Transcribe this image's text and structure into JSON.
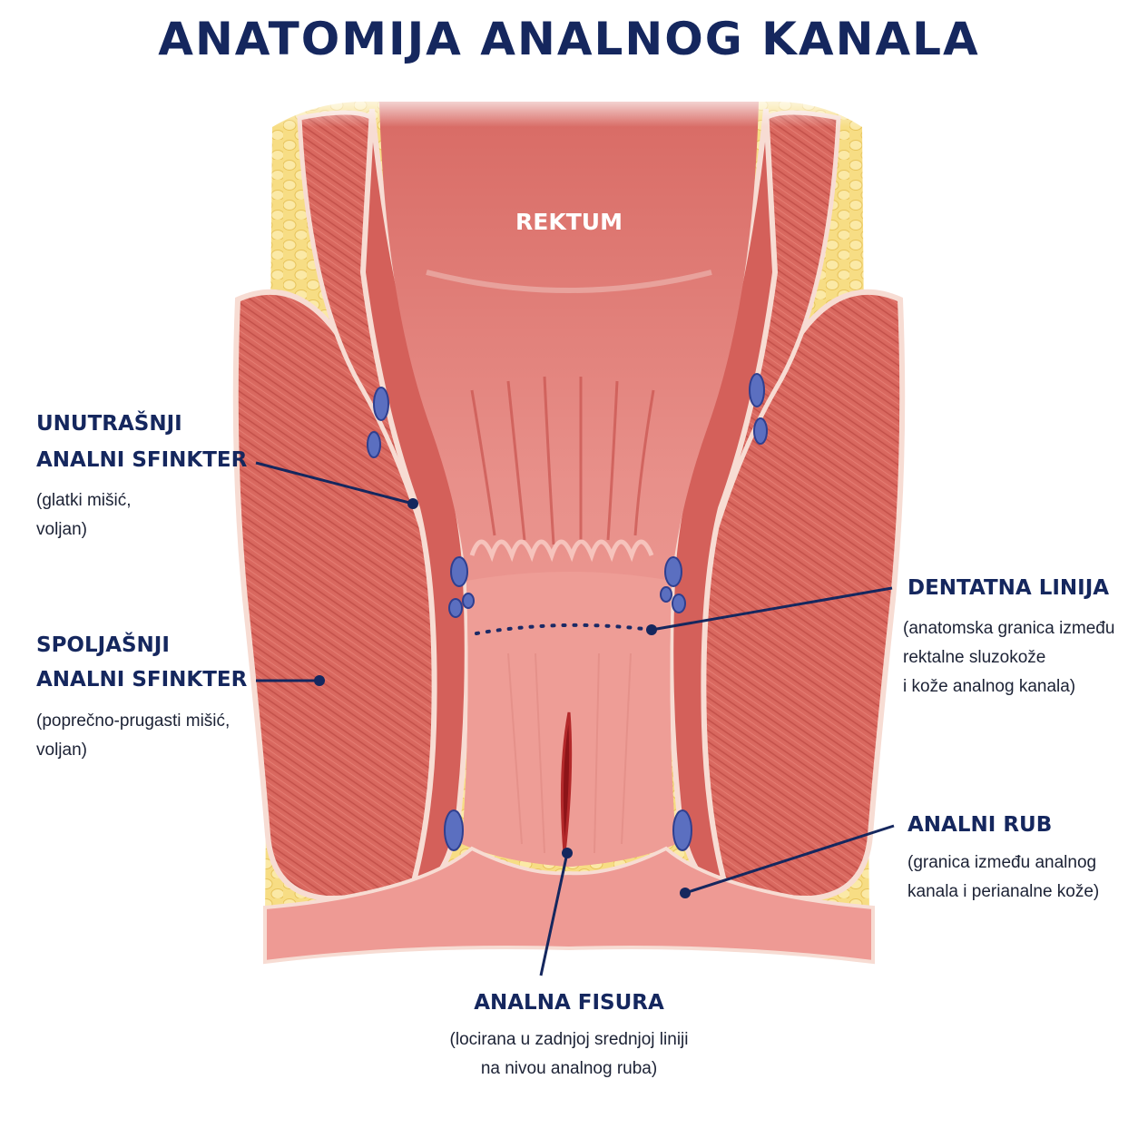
{
  "title": "ANATOMIJA ANALNOG KANALA",
  "labels": {
    "rektum": "REKTUM",
    "internal_sphincter": {
      "line1": "UNUTRAŠNJI",
      "line2": "ANALNI SFINKTER",
      "desc1": "(glatki mišić,",
      "desc2": "voljan)"
    },
    "external_sphincter": {
      "line1": "SPOLJAŠNJI",
      "line2": "ANALNI SFINKTER",
      "desc1": "(poprečno-prugasti mišić,",
      "desc2": "voljan)"
    },
    "dentate_line": {
      "line1": "DENTATNA LINIJA",
      "desc1": "(anatomska granica između",
      "desc2": "rektalne sluzokože",
      "desc3": "i kože analnog kanala)"
    },
    "anal_verge": {
      "line1": "ANALNI RUB",
      "desc1": "(granica između analnog",
      "desc2": "kanala i perianalne kože)"
    },
    "anal_fissure": {
      "line1": "ANALNA FISURA",
      "desc1": "(locirana u zadnjoj srednjoj liniji",
      "desc2": "na nivou analnog ruba)"
    }
  },
  "colors": {
    "title": "#15275e",
    "fat": "#f7dd84",
    "muscle": "#d9685f",
    "mucosa": "#ef9a96",
    "vein": "#5b6fc0",
    "leader": "#15275e"
  }
}
